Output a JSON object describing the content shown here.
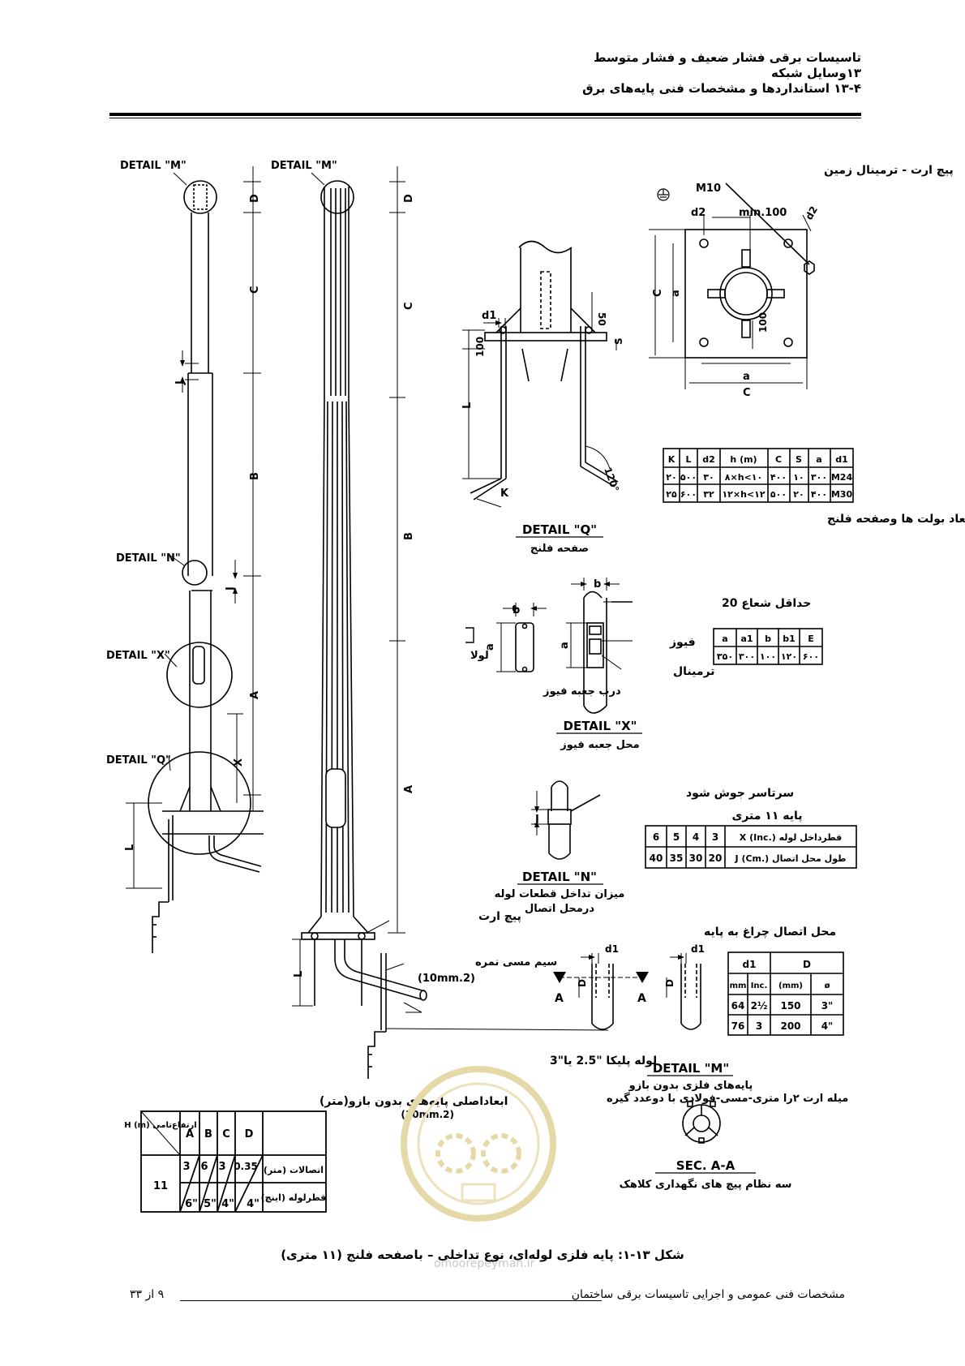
{
  "header": {
    "line1": "تاسیسات برقی فشار ضعیف و فشار متوسط",
    "line2": "۱۳وسایل شبکه",
    "line3": "۱۳-۴ استانداردها و مشخصات فنی پایه‌های برق"
  },
  "details": {
    "m_left": "DETAIL \"M\"",
    "m_mid": "DETAIL \"M\"",
    "n": "DETAIL \"N\"",
    "x": "DETAIL \"X\"",
    "q": "DETAIL \"Q\""
  },
  "dims": {
    "d": "D",
    "c": "C",
    "j": "J",
    "b": "B",
    "a": "A",
    "x": "X",
    "l": "L",
    "d1": "d1",
    "d2": "d2",
    "min100": "min.100",
    "m10": "M10",
    "n100": "100",
    "n50": "50",
    "k": "K",
    "s": "S",
    "angle": "120°",
    "a_lower": "a",
    "b_lower": "b"
  },
  "ground_terminal": {
    "label": "پیچ ارت - ترمینال زمین",
    "bolt": "M10"
  },
  "bolt_table": {
    "headers": [
      "K",
      "L",
      "d2",
      "h (m)",
      "C",
      "S",
      "a",
      "d1"
    ],
    "rows": [
      [
        "۲۰",
        "۵۰۰",
        "۳۰",
        "۸×h<۱۰",
        "۴۰۰",
        "۱۰",
        "۳۰۰",
        "M24"
      ],
      [
        "۲۵",
        "۶۰۰",
        "۳۲",
        "۱۲×h<۱۲",
        "۵۰۰",
        "۲۰",
        "۴۰۰",
        "M30"
      ]
    ],
    "caption": "ابعاد بولت ها وصفحه فلنج"
  },
  "detail_q": {
    "title": "DETAIL \"Q\"",
    "subtitle": "صفحه فلنج"
  },
  "detail_x": {
    "title": "DETAIL \"X\"",
    "subtitle": "محل جعبه فیوز",
    "min_radius": "حداقل شعاع 20",
    "fuse": "فیوز",
    "terminal": "ترمینال",
    "hinge": "لولا",
    "door": "درب جعبه فیوز"
  },
  "fuse_table": {
    "headers": [
      "a",
      "a1",
      "b",
      "b1",
      "E"
    ],
    "values": [
      "۳۵۰",
      "۳۰۰",
      "۱۰۰",
      "۱۲۰",
      "۶۰۰"
    ]
  },
  "detail_n": {
    "weld": "سرتاسر جوش شود",
    "title": "DETAIL \"N\"",
    "sub1": "میزان تداخل قطعات لوله",
    "sub2": "درمحل اتصال"
  },
  "pole11_table": {
    "title": "پایه ۱۱ متری",
    "row1_label": "قطرداخل لوله X (Inc.)",
    "row1": [
      "6",
      "5",
      "4",
      "3"
    ],
    "row2_label": "طول محل اتصال J (Cm.)",
    "row2": [
      "40",
      "35",
      "30",
      "20"
    ]
  },
  "base_labels": {
    "earth_bolt": "پیچ ارت",
    "copper_wire": "سیم مسی نمره",
    "wire_size": "(10mm.2)",
    "pipe": "لوله پلیکا \"2.5 یا\"3",
    "earth_rod": "میله ارت ۲را متری-مسی-فولادی با دوعدد گیره",
    "rod_size": "(10mm.2)"
  },
  "detail_m": {
    "heading": "محل اتصال چراغ به پایه",
    "section_mark": "A",
    "title": "DETAIL \"M\"",
    "subtitle": "پایه‌های فلزی بدون بازو",
    "sec": "SEC. A-A",
    "sec_sub": "سه نظام    پیچ های نگهداری کلاهک"
  },
  "m_table": {
    "h_d1": "d1",
    "h_D": "D",
    "sub": [
      "mm",
      "Inc.",
      "(mm)",
      "ø"
    ],
    "rows": [
      [
        "64",
        "2½",
        "150",
        "3\""
      ],
      [
        "76",
        "3",
        "200",
        "4\""
      ]
    ]
  },
  "main_table": {
    "title": "ابعاداصلی پایه‌های بدون بازو(متر)",
    "h_label": "ارتفاع‌تامی H (m)",
    "headers": [
      "A",
      "B",
      "C",
      "D"
    ],
    "h_value": "11",
    "top": [
      "3",
      "6",
      "3",
      "0.35"
    ],
    "bottom": [
      "6\"",
      "5\"",
      "4\"",
      "4\""
    ],
    "row_top_label": "اتصالات (متر)",
    "row_bottom_label": "قطرلوله (اینچ)"
  },
  "caption": "شکل ۱۳-۱: پایه فلزی لوله‌ای، نوع تداخلی – باصفحه فلنج (۱۱ متری)",
  "watermark_url": "omoorepeyman.ir",
  "footer": {
    "title": "مشخصات فنی عمومی و اجرایی تاسیسات برقی ساختمان",
    "page": "۹ از ۳۳"
  }
}
